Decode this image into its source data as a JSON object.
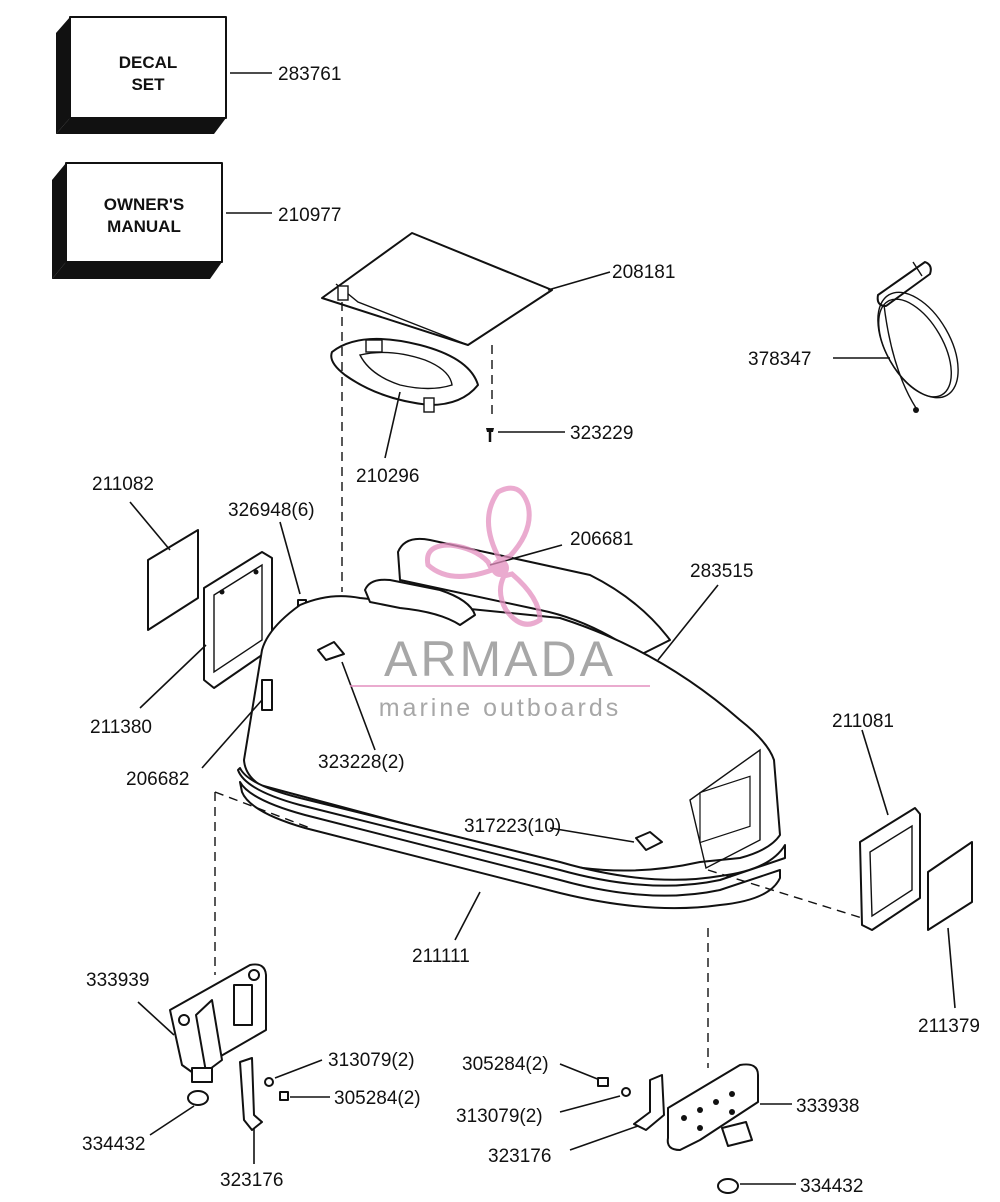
{
  "boxes": {
    "decal_line1": "DECAL",
    "decal_line2": "SET",
    "manual_line1": "OWNER'S",
    "manual_line2": "MANUAL"
  },
  "labels": {
    "p283761": "283761",
    "p210977": "210977",
    "p208181": "208181",
    "p378347": "378347",
    "p323229": "323229",
    "p210296": "210296",
    "p211082": "211082",
    "p326948": "326948(6)",
    "p206681": "206681",
    "p283515": "283515",
    "p211380": "211380",
    "p323228": "323228(2)",
    "p206682": "206682",
    "p211081": "211081",
    "p317223": "317223(10)",
    "p211111": "211111",
    "p333939": "333939",
    "p211379": "211379",
    "p313079_left": "313079(2)",
    "p305284_left": "305284(2)",
    "p334432_left": "334432",
    "p323176_left": "323176",
    "p305284_right": "305284(2)",
    "p313079_right": "313079(2)",
    "p323176_right": "323176",
    "p333938": "333938",
    "p334432_right": "334432"
  },
  "watermark": {
    "title": "ARMADA",
    "subtitle": "marine outboards",
    "title_color": "#8a8a8a",
    "accent_color": "#e48fc0"
  }
}
